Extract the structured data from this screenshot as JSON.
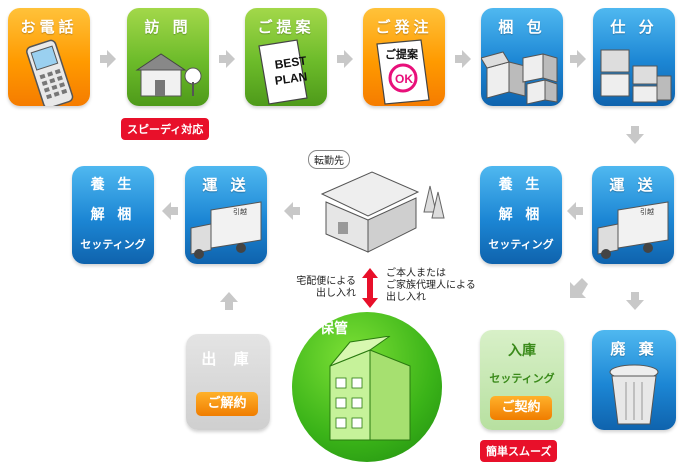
{
  "steps": {
    "phone": "お電話",
    "visit": "訪 問",
    "proposal": "ご提案",
    "order": "ご発注",
    "pack": "梱 包",
    "sort": "仕 分"
  },
  "speedy": "スピーディ対応",
  "best_plan": [
    "BEST",
    "PLAN"
  ],
  "order_doc": {
    "title": "ご提案",
    "stamp": "OK"
  },
  "transport_label": "運 送",
  "truck_sign": "引越",
  "setup": {
    "line1": "養 生",
    "line2": "解 梱",
    "line3": "セッティング"
  },
  "destination": "転勤先",
  "notes": {
    "left": [
      "宅配便による",
      "出し入れ"
    ],
    "right": [
      "ご本人または",
      "ご家族代理人による",
      "出し入れ"
    ]
  },
  "storage": "保管",
  "shipout": {
    "title": "出 庫",
    "button": "ご解約"
  },
  "intake": {
    "title": "入庫",
    "sub": "セッティング",
    "button": "ご契約"
  },
  "easy": "簡単スムーズ",
  "disposal": "廃 棄",
  "colors": {
    "orange": "#ff9a00",
    "green": "#6cbb2a",
    "blue": "#1c86d4",
    "red": "#e8102a",
    "gray": "#b0b0b0"
  }
}
